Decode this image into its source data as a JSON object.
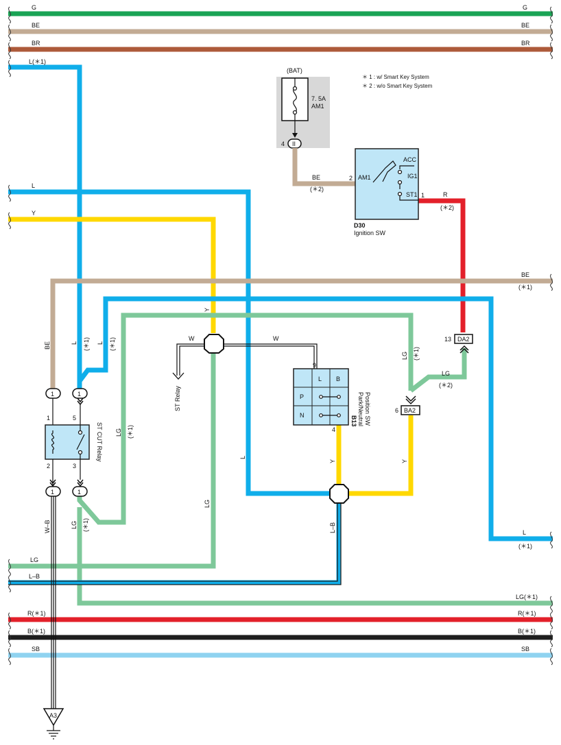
{
  "colors": {
    "G": "#1aa455",
    "BE": "#c2ab94",
    "BR": "#ad5a3a",
    "L": "#10aeea",
    "Y": "#ffd800",
    "R": "#e3202a",
    "LG": "#7ec89a",
    "B": "#1e1e1e",
    "SB": "#8fd3f0",
    "component_fill": "#bfe6f7",
    "fuse_box_bg": "#d8d8d8"
  },
  "notes": {
    "note1": "＊ 1 : w/ Smart Key System",
    "note2": "＊ 2 : w/o Smart Key System"
  },
  "bus_wires": {
    "G_left": "G",
    "G_right": "G",
    "BE_left": "BE",
    "BE_right": "BE",
    "BR_left": "BR",
    "BR_right": "BR",
    "L1_left": "L(＊1)",
    "L_left": "L",
    "Y_left": "Y",
    "BE_mid_right": "BE",
    "BE_mid_right_note": "(＊1)",
    "L_right": "L",
    "L_right_note": "(＊1)",
    "LG_left": "LG",
    "LB_left": "L–B",
    "LG1_right": "LG(＊1)",
    "R1_left": "R(＊1)",
    "R1_right": "R(＊1)",
    "B1_left": "B(＊1)",
    "B1_right": "B(＊1)",
    "SB_left": "SB",
    "SB_right": "SB"
  },
  "fuse": {
    "source": "(BAT)",
    "rating": "7. 5A",
    "name": "AM1",
    "pin": "4",
    "connector": "II"
  },
  "ignition_switch": {
    "code": "D30",
    "name": "Ignition SW",
    "terminals": {
      "am1": "AM1",
      "acc": "ACC",
      "ig1": "IG1",
      "st1": "ST1"
    },
    "pin_in": "2",
    "pin_out": "1",
    "wire_in": "BE",
    "wire_in_note": "(＊2)",
    "wire_out": "R",
    "wire_out_note": "(＊2)"
  },
  "st_cut_relay": {
    "name": "ST CUT Relay",
    "pins": {
      "p1": "1",
      "p2": "2",
      "p3": "3",
      "p5": "5"
    },
    "connector": "1"
  },
  "park_neutral_sw": {
    "code": "B13",
    "name_line1": "Park/Neutral",
    "name_line2": "Position SW",
    "pin_top": "9",
    "pin_bottom": "4",
    "cells": {
      "L": "L",
      "B": "B",
      "P": "P",
      "N": "N"
    }
  },
  "connectors": {
    "DA2": {
      "label": "DA2",
      "pin": "13"
    },
    "BA2": {
      "label": "BA2",
      "pin": "6"
    },
    "A3": "A3"
  },
  "st_relay": {
    "label": "ST Relay"
  },
  "vertical_labels": {
    "BE": "BE",
    "L1": "L",
    "L1_note": "(＊1)",
    "L2": "L",
    "L2_note": "(＊1)",
    "Y": "Y",
    "W_left": "W",
    "W_right": "W",
    "LG_mid": "LG",
    "LG_mid_note": "(＊1)",
    "LG_center": "LG",
    "L_center": "L",
    "Y_lower": "Y",
    "Y_right": "Y",
    "LB": "L–B",
    "WB": "W–B",
    "LG_lower": "LG",
    "LG_lower_note": "(＊1)",
    "LG_right": "LG",
    "LG_right_note": "(＊1)",
    "LG_DA2": "LG",
    "LG_DA2_note": "(＊2)"
  }
}
